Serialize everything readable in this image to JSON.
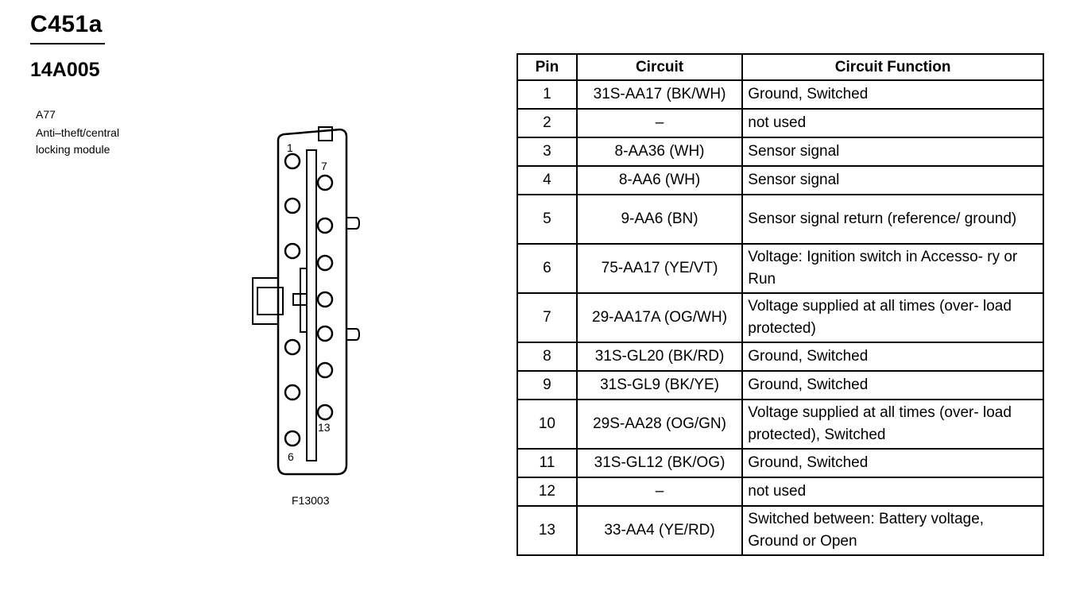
{
  "connector": {
    "id": "C451a",
    "part_number": "14A005",
    "module_code": "A77",
    "module_description": "Anti–theft/central locking module",
    "figure_id": "F13003",
    "pin_labels": [
      "1",
      "7",
      "13",
      "6"
    ]
  },
  "table": {
    "headers": [
      "Pin",
      "Circuit",
      "Circuit Function"
    ],
    "rows": [
      {
        "pin": "1",
        "circuit": "31S-AA17 (BK/WH)",
        "function": "Ground, Switched"
      },
      {
        "pin": "2",
        "circuit": "–",
        "function": "not used"
      },
      {
        "pin": "3",
        "circuit": "8-AA36 (WH)",
        "function": "Sensor signal"
      },
      {
        "pin": "4",
        "circuit": "8-AA6 (WH)",
        "function": "Sensor signal"
      },
      {
        "pin": "5",
        "circuit": "9-AA6 (BN)",
        "function": "Sensor signal return (reference/ ground)"
      },
      {
        "pin": "6",
        "circuit": "75-AA17 (YE/VT)",
        "function": "Voltage: Ignition switch in Accesso- ry or Run"
      },
      {
        "pin": "7",
        "circuit": "29-AA17A (OG/WH)",
        "function": "Voltage supplied at all times (over- load protected)"
      },
      {
        "pin": "8",
        "circuit": "31S-GL20 (BK/RD)",
        "function": "Ground, Switched"
      },
      {
        "pin": "9",
        "circuit": "31S-GL9 (BK/YE)",
        "function": "Ground, Switched"
      },
      {
        "pin": "10",
        "circuit": "29S-AA28 (OG/GN)",
        "function": "Voltage supplied at all times (over- load protected), Switched"
      },
      {
        "pin": "11",
        "circuit": "31S-GL12 (BK/OG)",
        "function": "Ground, Switched"
      },
      {
        "pin": "12",
        "circuit": "–",
        "function": "not used"
      },
      {
        "pin": "13",
        "circuit": "33-AA4 (YE/RD)",
        "function": "Switched between: Battery voltage, Ground or Open"
      }
    ]
  }
}
